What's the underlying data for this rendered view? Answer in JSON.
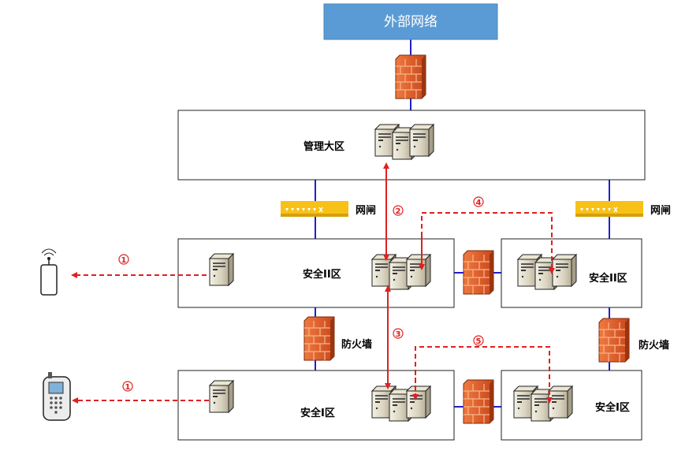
{
  "external_network": "外部网络",
  "zones": {
    "management": "管理大区",
    "security2_main": "安全II区",
    "security2_side": "安全II区",
    "security1_main": "安全I区",
    "security1_side": "安全I区"
  },
  "devices": {
    "gateway_left": "网闸",
    "gateway_right": "网闸",
    "firewall_left": "防火墙",
    "firewall_right": "防火墙"
  },
  "steps": [
    "1",
    "1",
    "2",
    "3",
    "4",
    "5"
  ],
  "colors": {
    "external_box": "#5b9bd5",
    "link_line": "#1f1fd0",
    "flow_arrow": "#e02020",
    "gateway": "#f7c118",
    "firewall": "#e4612a"
  },
  "icons": {
    "external": "cloud-box",
    "firewall": "brick-firewall-icon",
    "gateway": "network-gate-icon",
    "server": "server-tower-icon",
    "antenna": "wireless-terminal-icon",
    "phone": "mobile-phone-icon"
  }
}
